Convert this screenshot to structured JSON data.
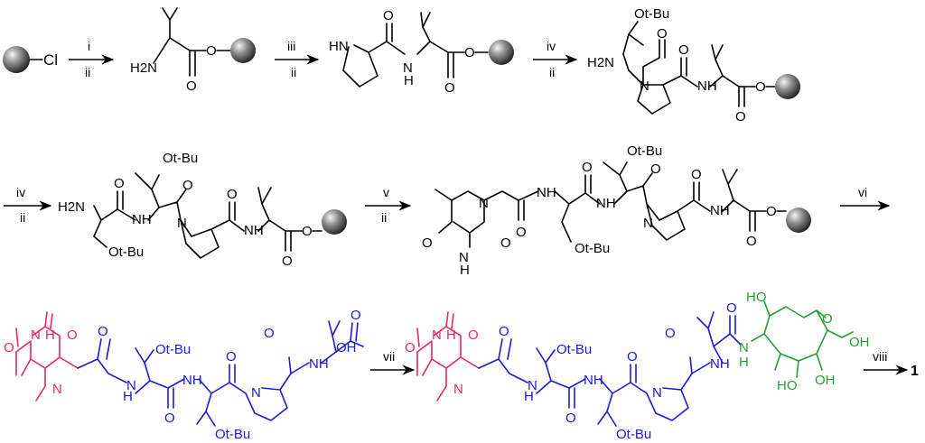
{
  "reagents": {
    "step1_top": "i",
    "step1_bottom": "ii",
    "step2_top": "iii",
    "step2_bottom": "ii",
    "step3_top": "iv",
    "step3_bottom": "ii",
    "step4_top": "iv",
    "step4_bottom": "ii",
    "step5_top": "v",
    "step5_bottom": "ii",
    "step6_top": "vi",
    "step7_top": "vii",
    "step8_top": "viii"
  },
  "atoms": {
    "cl": "Cl",
    "h2n": "H2N",
    "nh": "NH",
    "hn": "HN",
    "h": "H",
    "n": "N",
    "o": "O",
    "oh": "OH",
    "ho": "HO",
    "otbu": "Ot-Bu"
  },
  "final_product": "1",
  "colors": {
    "nucleobase": "#e8285a",
    "peptide": "#1a1adb",
    "sugar": "#22a036",
    "resin": "#6b6b6b"
  }
}
